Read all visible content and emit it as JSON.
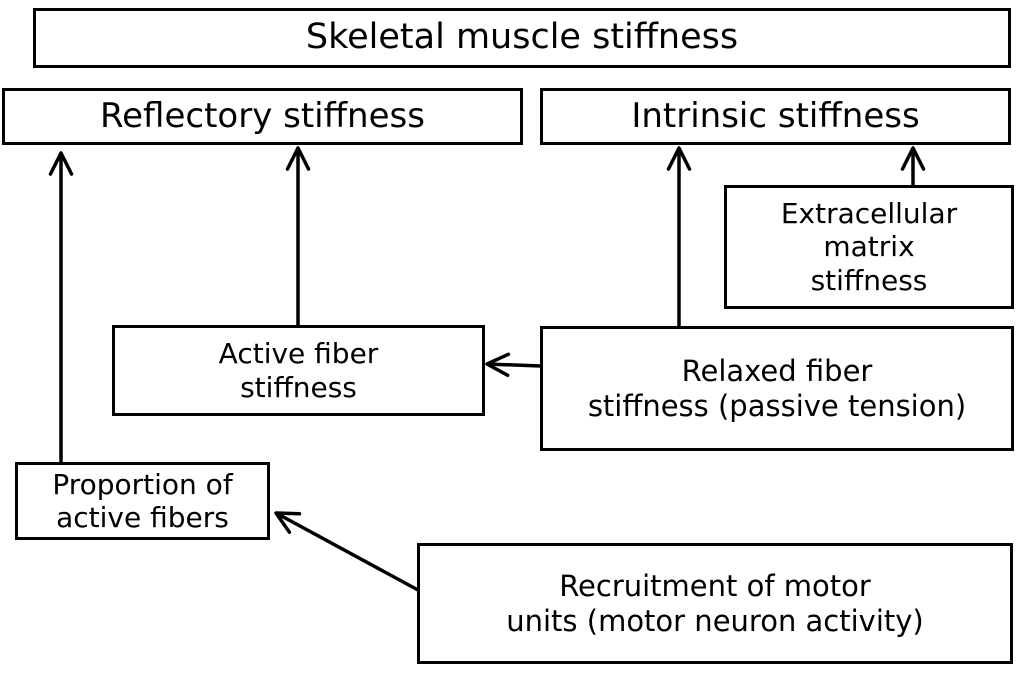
{
  "colors": {
    "stroke": "#000000",
    "background": "#ffffff",
    "text": "#000000"
  },
  "nodes": {
    "skeletal_muscle_stiffness": [
      "Skeletal muscle stiffness"
    ],
    "reflectory_stiffness": [
      "Reflectory stiffness"
    ],
    "intrinsic_stiffness": [
      "Intrinsic stiffness"
    ],
    "extracellular_matrix_stiffness": [
      "Extracellular",
      "matrix",
      "stiffness"
    ],
    "active_fiber_stiffness": [
      "Active fiber",
      "stiffness"
    ],
    "relaxed_fiber_stiffness": [
      "Relaxed fiber",
      "stiffness (passive tension)"
    ],
    "proportion_of_active_fibers": [
      "Proportion of",
      "active fibers"
    ],
    "recruitment_of_motor_units": [
      "Recruitment of motor",
      "units (motor neuron activity)"
    ]
  },
  "edges": [
    {
      "from": "proportion_of_active_fibers",
      "to": "reflectory_stiffness"
    },
    {
      "from": "active_fiber_stiffness",
      "to": "reflectory_stiffness"
    },
    {
      "from": "relaxed_fiber_stiffness",
      "to": "intrinsic_stiffness"
    },
    {
      "from": "extracellular_matrix_stiffness",
      "to": "intrinsic_stiffness"
    },
    {
      "from": "relaxed_fiber_stiffness",
      "to": "active_fiber_stiffness"
    },
    {
      "from": "recruitment_of_motor_units",
      "to": "proportion_of_active_fibers"
    }
  ]
}
